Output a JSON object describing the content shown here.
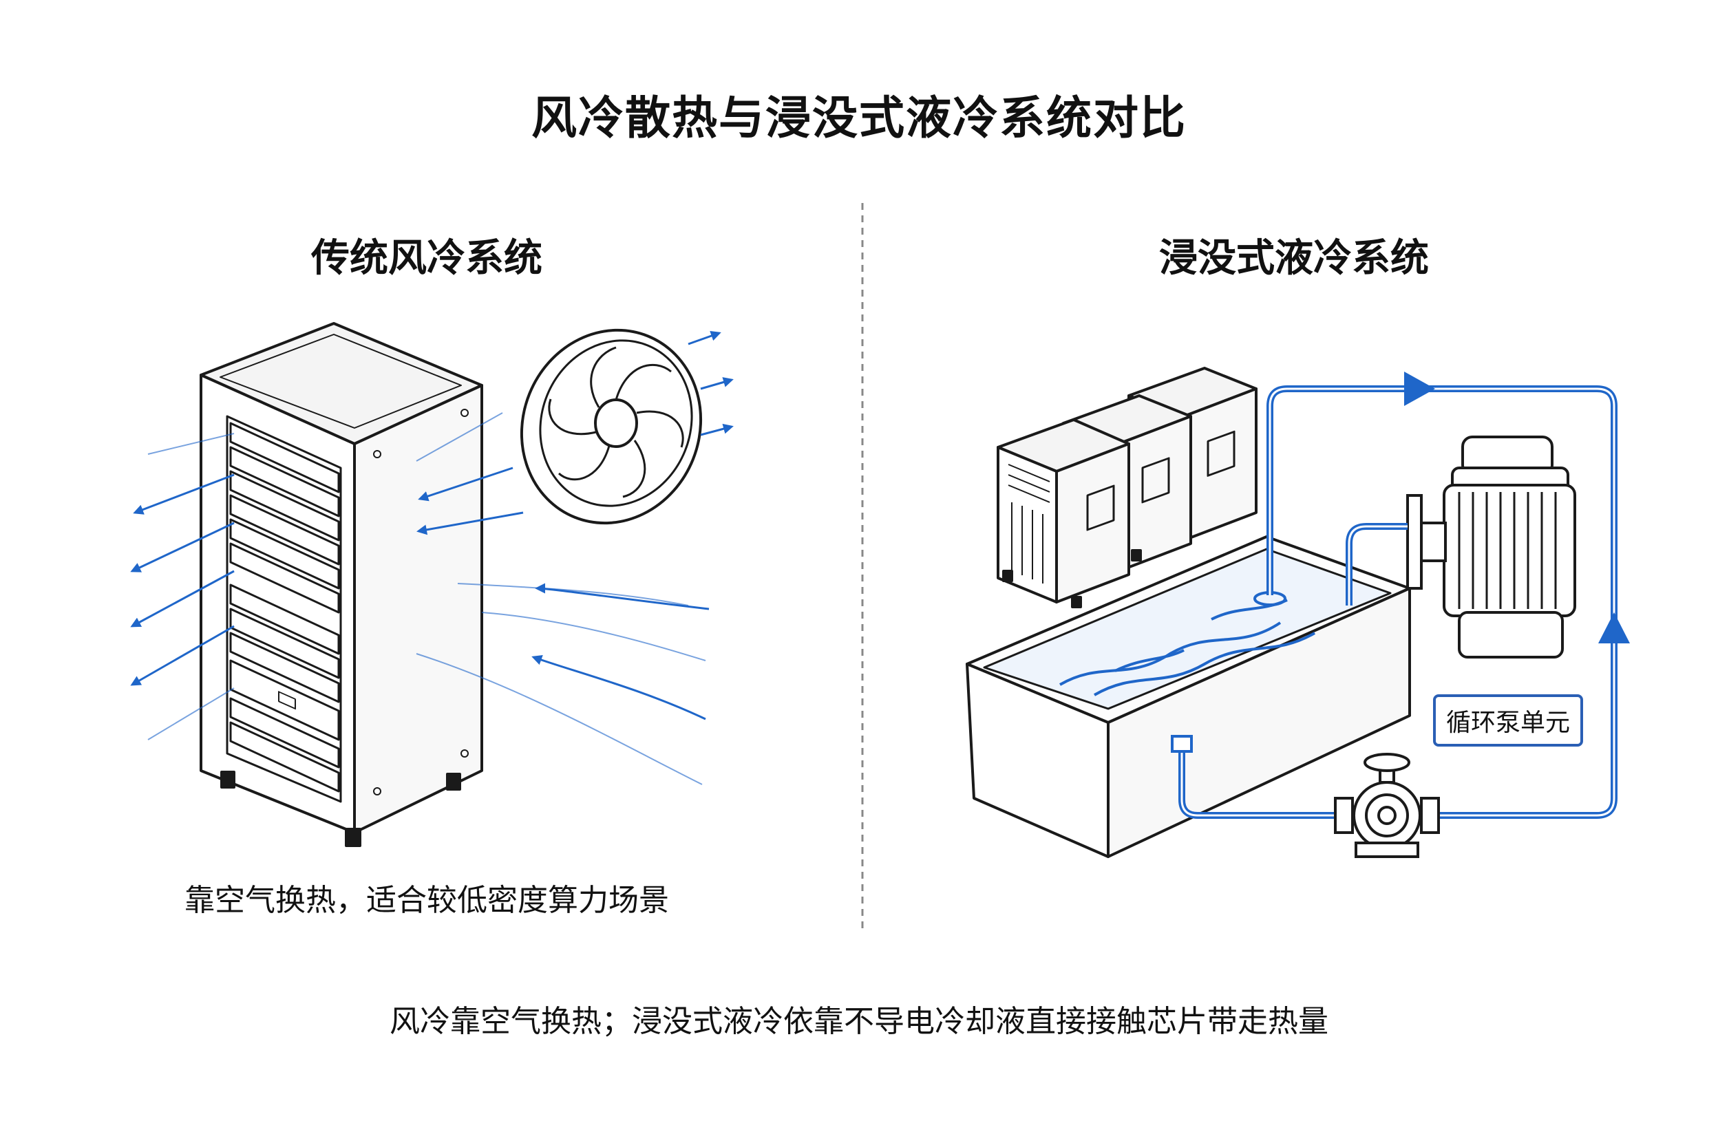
{
  "title": "风冷散热与浸没式液冷系统对比",
  "left_panel": {
    "heading": "传统风冷系统",
    "caption": "靠空气换热，适合较低密度算力场景"
  },
  "right_panel": {
    "heading": "浸没式液冷系统",
    "pump_label": "循环泵单元"
  },
  "footer": "风冷靠空气换热；浸没式液冷依靠不导电冷却液直接接触芯片带走热量",
  "colors": {
    "accent_blue": "#1f66c9",
    "line_dark": "#1a1a1a",
    "divider": "#888888"
  }
}
